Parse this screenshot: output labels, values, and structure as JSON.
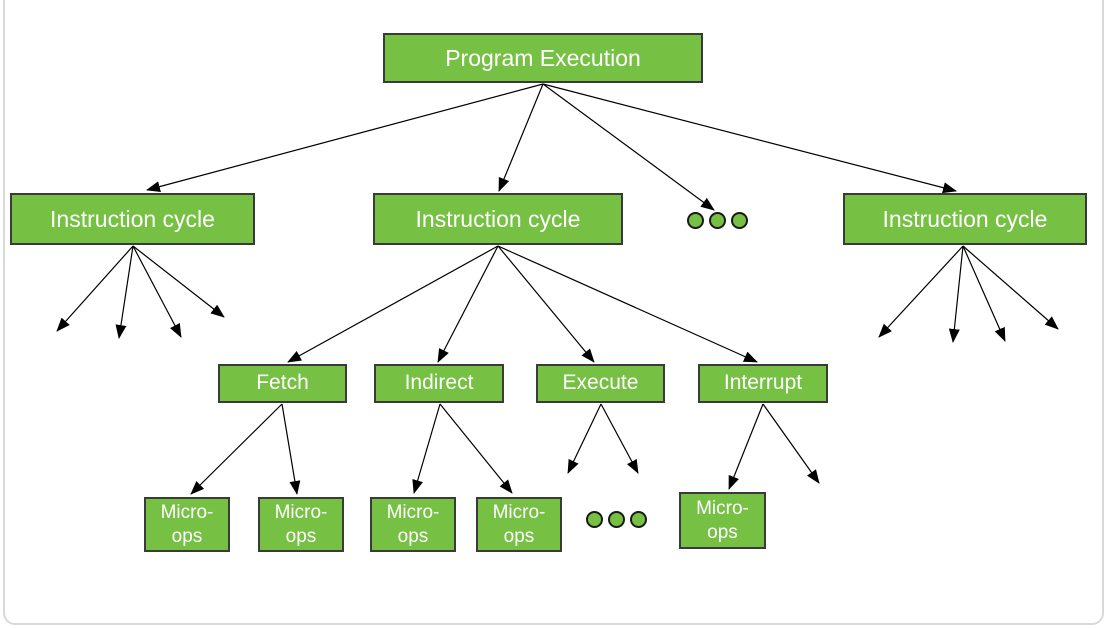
{
  "colors": {
    "node_fill": "#76c043",
    "node_border": "#3a3a3a",
    "node_text": "#ffffff",
    "arrow": "#000000",
    "frame": "#d9d9d9"
  },
  "nodes": {
    "program": {
      "label": "Program Execution"
    },
    "cycle_left": {
      "label": "Instruction cycle"
    },
    "cycle_middle": {
      "label": "Instruction cycle"
    },
    "cycle_right": {
      "label": "Instruction cycle"
    },
    "fetch": {
      "label": "Fetch"
    },
    "indirect": {
      "label": "Indirect"
    },
    "execute": {
      "label": "Execute"
    },
    "interrupt": {
      "label": "Interrupt"
    },
    "micro1": {
      "line1": "Micro-",
      "line2": "ops"
    },
    "micro2": {
      "line1": "Micro-",
      "line2": "ops"
    },
    "micro3": {
      "line1": "Micro-",
      "line2": "ops"
    },
    "micro4": {
      "line1": "Micro-",
      "line2": "ops"
    },
    "micro5": {
      "line1": "Micro-",
      "line2": "ops"
    }
  },
  "ellipsis": {
    "between_cycles": "ellipsis-dots",
    "between_micro_ops": "ellipsis-dots"
  },
  "edges": [
    {
      "from": "program",
      "to": "cycle_left"
    },
    {
      "from": "program",
      "to": "cycle_middle"
    },
    {
      "from": "program",
      "to": "ellipsis-between-cycles"
    },
    {
      "from": "program",
      "to": "cycle_right"
    },
    {
      "from": "cycle_left",
      "to": "unlabeled-fanout-x4"
    },
    {
      "from": "cycle_middle",
      "to": "fetch"
    },
    {
      "from": "cycle_middle",
      "to": "indirect"
    },
    {
      "from": "cycle_middle",
      "to": "execute"
    },
    {
      "from": "cycle_middle",
      "to": "interrupt"
    },
    {
      "from": "cycle_right",
      "to": "unlabeled-fanout-x4"
    },
    {
      "from": "fetch",
      "to": "micro1"
    },
    {
      "from": "fetch",
      "to": "micro2"
    },
    {
      "from": "indirect",
      "to": "micro3"
    },
    {
      "from": "indirect",
      "to": "micro4"
    },
    {
      "from": "execute",
      "to": "unlabeled-fanout-x2"
    },
    {
      "from": "interrupt",
      "to": "micro5"
    },
    {
      "from": "interrupt",
      "to": "unlabeled-fanout-x1"
    }
  ]
}
